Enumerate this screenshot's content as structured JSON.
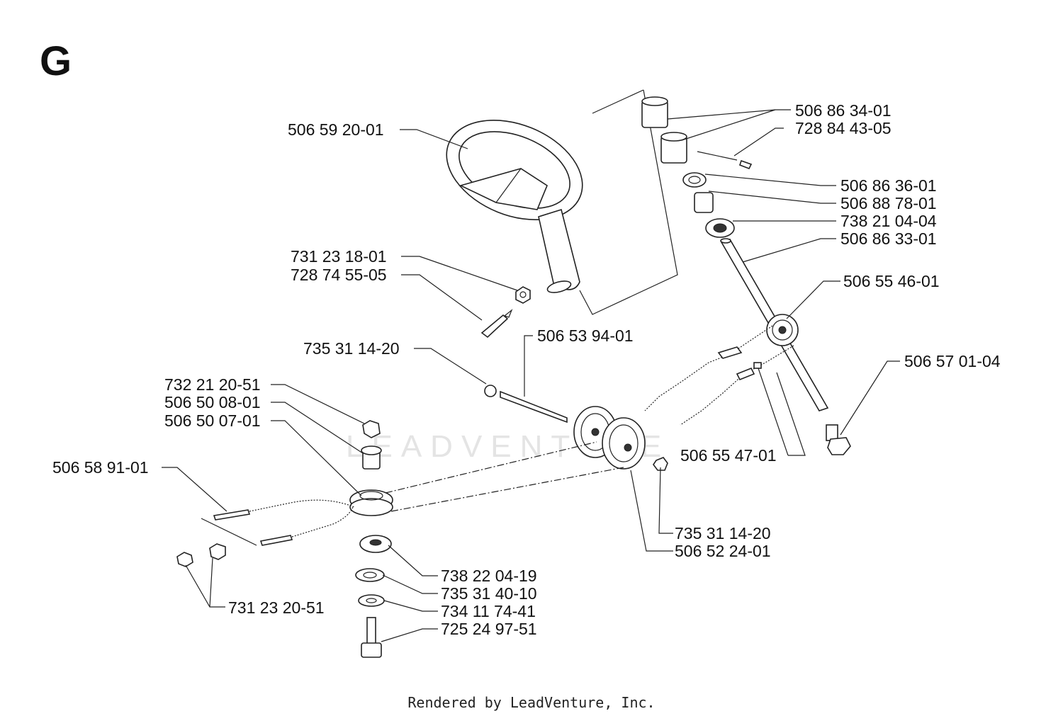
{
  "section_letter": "G",
  "footer": "Rendered by LeadVenture, Inc.",
  "watermark": "LEADVENTURE",
  "part_labels": [
    "506 86 34-01",
    "728 84 43-05",
    "506 59 20-01",
    "506 86 36-01",
    "506 88 78-01",
    "738 21 04-04",
    "506 86 33-01",
    "731 23 18-01",
    "728 74 55-05",
    "506 55 46-01",
    "735 31 14-20",
    "506 53 94-01",
    "506 57 01-04",
    "732 21 20-51",
    "506 50 08-01",
    "506 50 07-01",
    "506 55 47-01",
    "506 58 91-01",
    "735 31 14-20",
    "506 52 24-01",
    "738 22 04-19",
    "735 31 40-10",
    "734 11 74-41",
    "731 23 20-51",
    "725 24 97-51"
  ]
}
